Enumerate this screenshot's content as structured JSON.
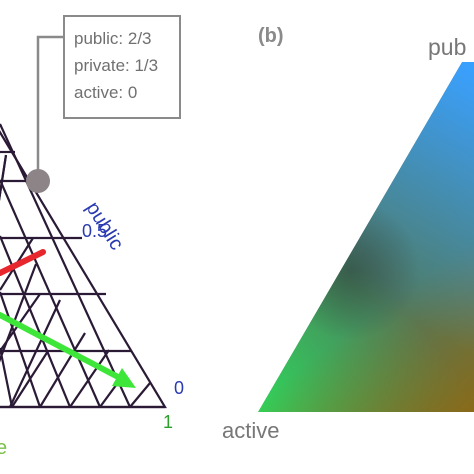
{
  "panel_b_label": "(b)",
  "tooltip": {
    "public": "public: 2/3",
    "private": "private: 1/3",
    "active": "active: 0"
  },
  "left_panel": {
    "axis_label_public": "public",
    "tick_0_5": "0.5",
    "tick_0": "0",
    "tick_1": "1",
    "axis_label_active_fragment": "e"
  },
  "right_panel": {
    "vertex_label_public": "pub",
    "vertex_label_active": "active"
  },
  "colors": {
    "grid": "#2a1a35",
    "marker": "#8c8486",
    "red_arrow": "#e8262e",
    "green_arrow": "#3ee63a",
    "public_axis": "#2a3ab0",
    "active_axis": "#2ca02c",
    "tooltip_border": "#8a8a8a",
    "label_gray": "#777777"
  }
}
